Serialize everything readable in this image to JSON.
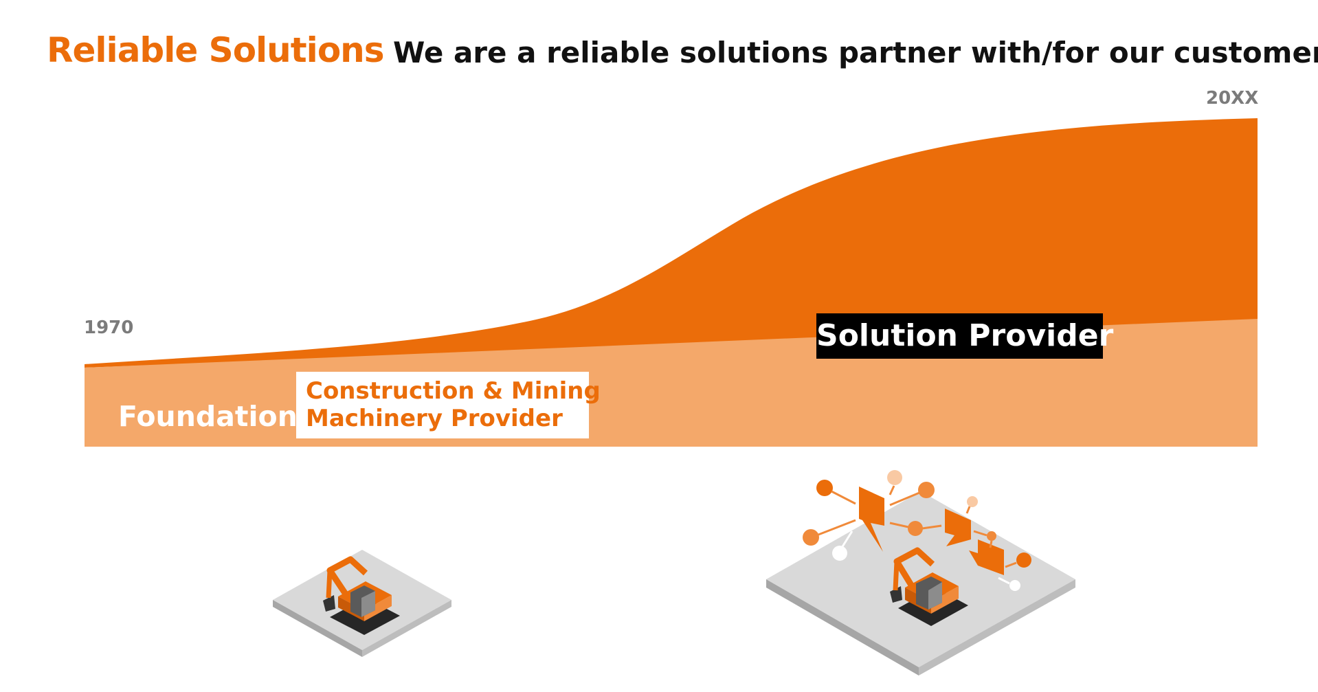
{
  "header": {
    "title": "Reliable Solutions",
    "subtitle": "We are a reliable solutions partner with/for our customers"
  },
  "timeline": {
    "start_label": "1970",
    "end_label": "20XX"
  },
  "layers": {
    "foundation_label": "Foundation",
    "construction_mining_lines": [
      "Construction & Mining",
      "Machinery Provider"
    ],
    "solution_provider_label": "Solution Provider"
  },
  "colors": {
    "brand_orange": "#eb6d0a",
    "light_orange": "#f4a86a",
    "platform_gray": "#d9d9d9"
  },
  "icons": [
    "excavator-icon",
    "connected-solutions-icon"
  ]
}
